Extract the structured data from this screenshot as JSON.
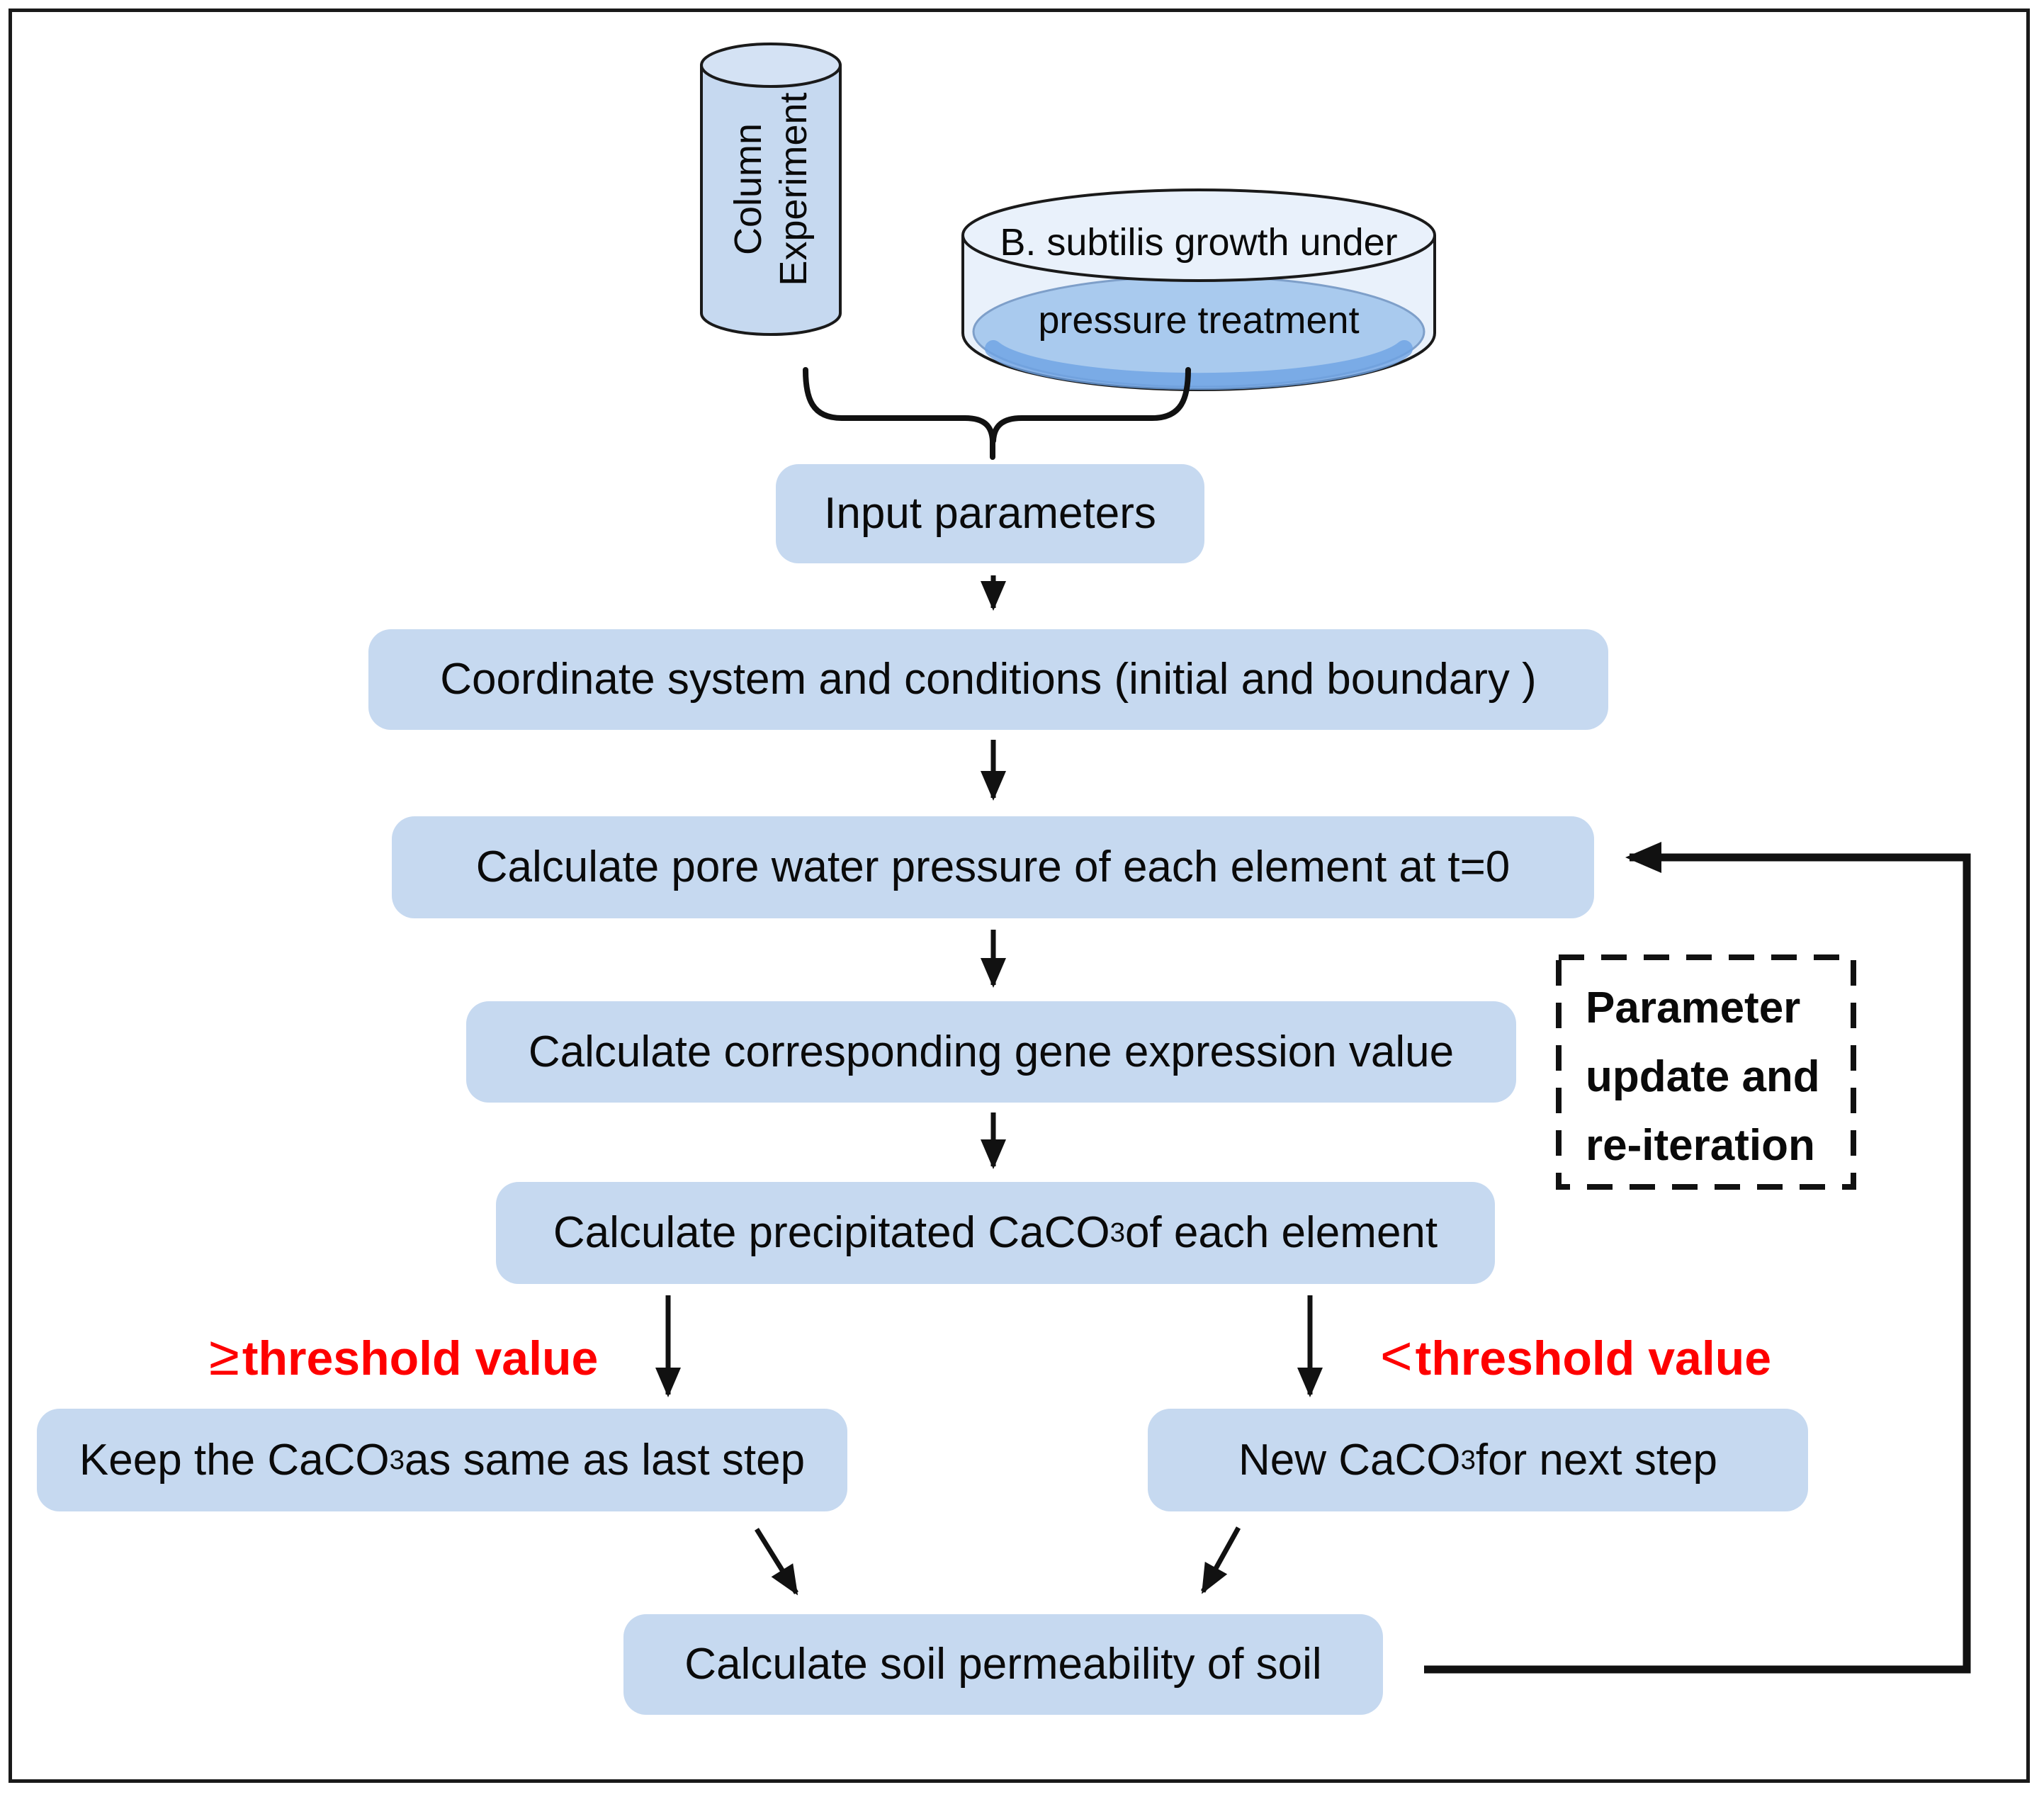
{
  "colors": {
    "box_fill": "#c6d9f0",
    "line": "#111111",
    "red_label": "#fe0000",
    "dish_rim": "#e9f1fb",
    "dish_agar": "#a9caee",
    "dish_band": "#6ea3e3"
  },
  "sources": {
    "cylinder": {
      "line1": "Column",
      "line2": "Experiment"
    },
    "petri": {
      "line1": "B. subtilis growth under",
      "line2": "pressure treatment"
    }
  },
  "steps": {
    "input": "Input parameters",
    "coordinate": "Coordinate system and conditions (initial and boundary )",
    "pore_pressure": "Calculate pore water pressure of each element at t=0",
    "gene_expression": "Calculate corresponding gene expression value",
    "precipitated": {
      "pre": "Calculate precipitated CaCO",
      "sub": "3",
      "post": " of each element"
    },
    "keep": {
      "pre": "Keep the CaCO",
      "sub": "3",
      "post": " as same as last step"
    },
    "new_next": {
      "pre": "New CaCO",
      "sub": "3",
      "post": " for next step"
    },
    "permeability": "Calculate soil permeability of soil"
  },
  "branch_labels": {
    "ge_symbol": "≥",
    "ge_text": "threshold value",
    "lt_symbol": "<",
    "lt_text": "threshold value"
  },
  "loop_note": {
    "line1": "Parameter",
    "line2": "update and",
    "line3": "re-iteration"
  }
}
